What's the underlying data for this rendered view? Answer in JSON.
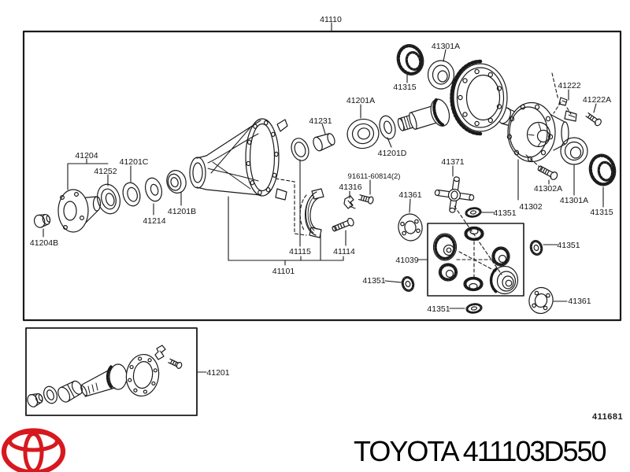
{
  "colors": {
    "line": "#1a1a1a",
    "logo_red": "#d7181f",
    "background": "#ffffff"
  },
  "footer": {
    "brand_code": "TOYOTA 411103D550",
    "figure_number": "411681"
  },
  "labels": {
    "l41110": "41110",
    "l41301a_top": "41301A",
    "l41315_top": "41315",
    "l41201a": "41201A",
    "l41231": "41231",
    "l41201d": "41201D",
    "l41204": "41204",
    "l41252": "41252",
    "l41201c": "41201C",
    "l41214": "41214",
    "l41201b": "41201B",
    "l41204b": "41204B",
    "l41115": "41115",
    "l41114": "41114",
    "l41101": "41101",
    "l41316": "41316",
    "l91611": "91611-60814(2)",
    "l41361_left": "41361",
    "l41371": "41371",
    "l41039": "41039",
    "l41351_a": "41351",
    "l41351_b": "41351",
    "l41351_c": "41351",
    "l41351_d": "41351",
    "l41361_right": "41361",
    "l41302": "41302",
    "l41302a": "41302A",
    "l41301a_right": "41301A",
    "l41315_right": "41315",
    "l41222": "41222",
    "l41222a": "41222A",
    "l41201_sub": "41201"
  }
}
